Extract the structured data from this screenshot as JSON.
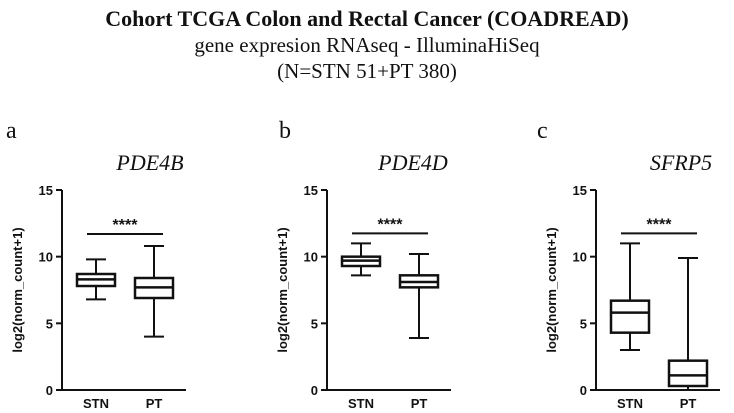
{
  "header": {
    "title": "Cohort TCGA Colon and Rectal Cancer (COADREAD)",
    "subtitle": "gene expresion RNAseq - IlluminaHiSeq",
    "sample_info": "(N=STN 51+PT 380)"
  },
  "chart_data": [
    {
      "type": "box",
      "panel": "a",
      "title": "PDE4B",
      "ylabel": "log2(norm_count+1)",
      "ylim": [
        0,
        15
      ],
      "yticks": [
        0,
        5,
        10,
        15
      ],
      "categories": [
        "STN",
        "PT"
      ],
      "boxes": [
        {
          "category": "STN",
          "min": 6.8,
          "q1": 7.8,
          "median": 8.3,
          "q3": 8.7,
          "max": 9.8
        },
        {
          "category": "PT",
          "min": 4.0,
          "q1": 6.9,
          "median": 7.7,
          "q3": 8.4,
          "max": 10.8
        }
      ],
      "significance": "****"
    },
    {
      "type": "box",
      "panel": "b",
      "title": "PDE4D",
      "ylabel": "log2(norm_count+1)",
      "ylim": [
        0,
        15
      ],
      "yticks": [
        0,
        5,
        10,
        15
      ],
      "categories": [
        "STN",
        "PT"
      ],
      "boxes": [
        {
          "category": "STN",
          "min": 8.6,
          "q1": 9.3,
          "median": 9.7,
          "q3": 10.0,
          "max": 11.0
        },
        {
          "category": "PT",
          "min": 3.9,
          "q1": 7.7,
          "median": 8.1,
          "q3": 8.6,
          "max": 10.2
        }
      ],
      "significance": "****"
    },
    {
      "type": "box",
      "panel": "c",
      "title": "SFRP5",
      "ylabel": "log2(norm_count+1)",
      "ylim": [
        0,
        15
      ],
      "yticks": [
        0,
        5,
        10,
        15
      ],
      "categories": [
        "STN",
        "PT"
      ],
      "boxes": [
        {
          "category": "STN",
          "min": 3.0,
          "q1": 4.3,
          "median": 5.8,
          "q3": 6.7,
          "max": 11.0
        },
        {
          "category": "PT",
          "min": 0.0,
          "q1": 0.3,
          "median": 1.1,
          "q3": 2.2,
          "max": 9.9
        }
      ],
      "significance": "****"
    }
  ]
}
